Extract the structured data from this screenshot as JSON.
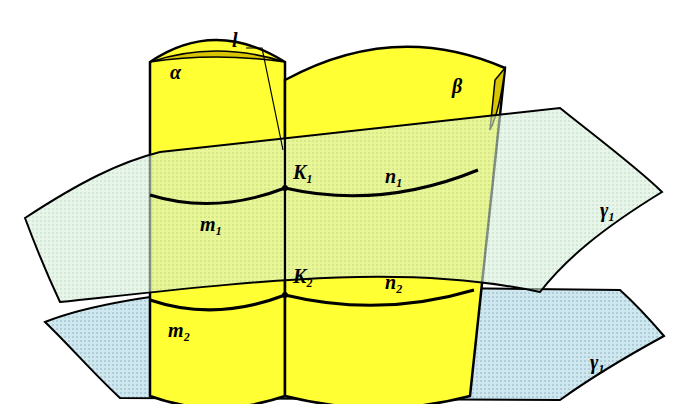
{
  "diagram": {
    "labels": [
      "α",
      "l",
      "β",
      "K₁",
      "m₁",
      "n₁",
      "γ₁",
      "m₂",
      "K₂",
      "n₂",
      "γ₁"
    ]
  }
}
